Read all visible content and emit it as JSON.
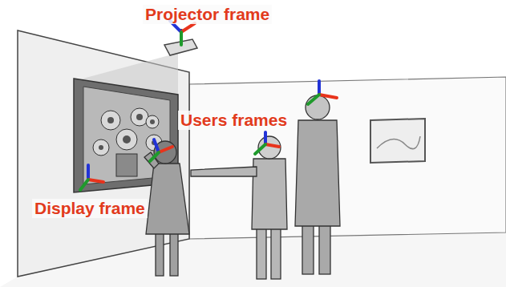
{
  "diagram": {
    "labels": [
      "Projector frame",
      "Users frames",
      "Display frame"
    ]
  }
}
